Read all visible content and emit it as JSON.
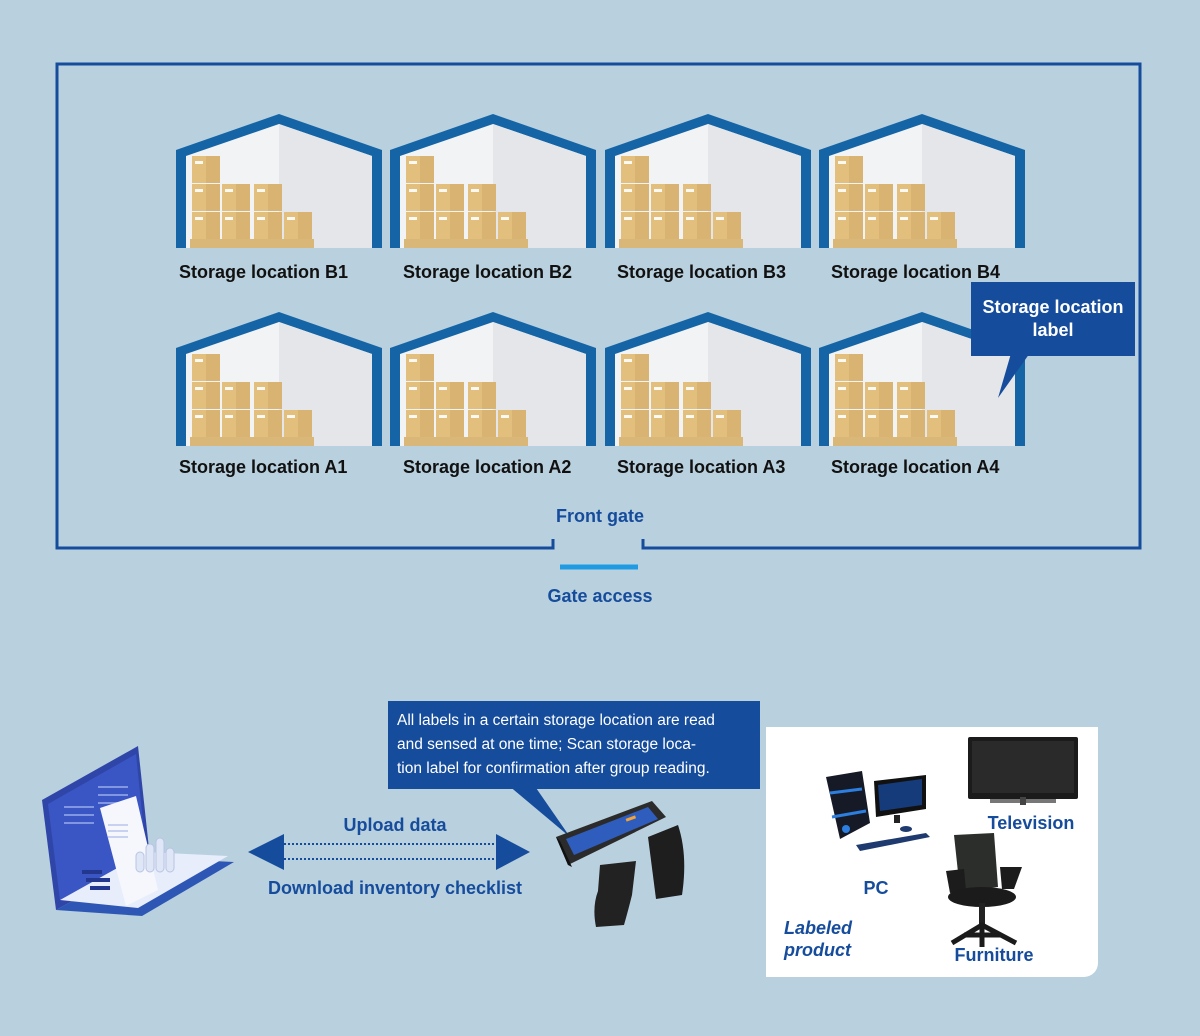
{
  "warehouse": {
    "rows": [
      {
        "row": "B",
        "locations": [
          "Storage location B1",
          "Storage location B2",
          "Storage location B3",
          "Storage location B4"
        ]
      },
      {
        "row": "A",
        "locations": [
          "Storage location A1",
          "Storage location A2",
          "Storage location A3",
          "Storage location A4"
        ]
      }
    ],
    "callout_label": "Storage location label",
    "front_gate": "Front gate",
    "gate_access": "Gate access"
  },
  "flow": {
    "reader_callout": "All labels in a certain storage location are read and sensed at one time; Scan storage location label for confirmation after group reading.",
    "reader_callout_lines": [
      "All labels in a certain storage location are read",
      "and sensed at one time; Scan storage loca-",
      "tion label for confirmation after group reading."
    ],
    "upload": "Upload data",
    "download": "Download inventory checklist"
  },
  "products": {
    "title_line1": "Labeled",
    "title_line2": "product",
    "items": [
      "PC",
      "Television",
      "Furniture"
    ]
  },
  "colors": {
    "background": "#b9d0de",
    "primary_blue": "#164c9c",
    "warehouse_blue": "#1565a6",
    "gate_cyan": "#1e9be3",
    "box": "#e2bf7c"
  }
}
